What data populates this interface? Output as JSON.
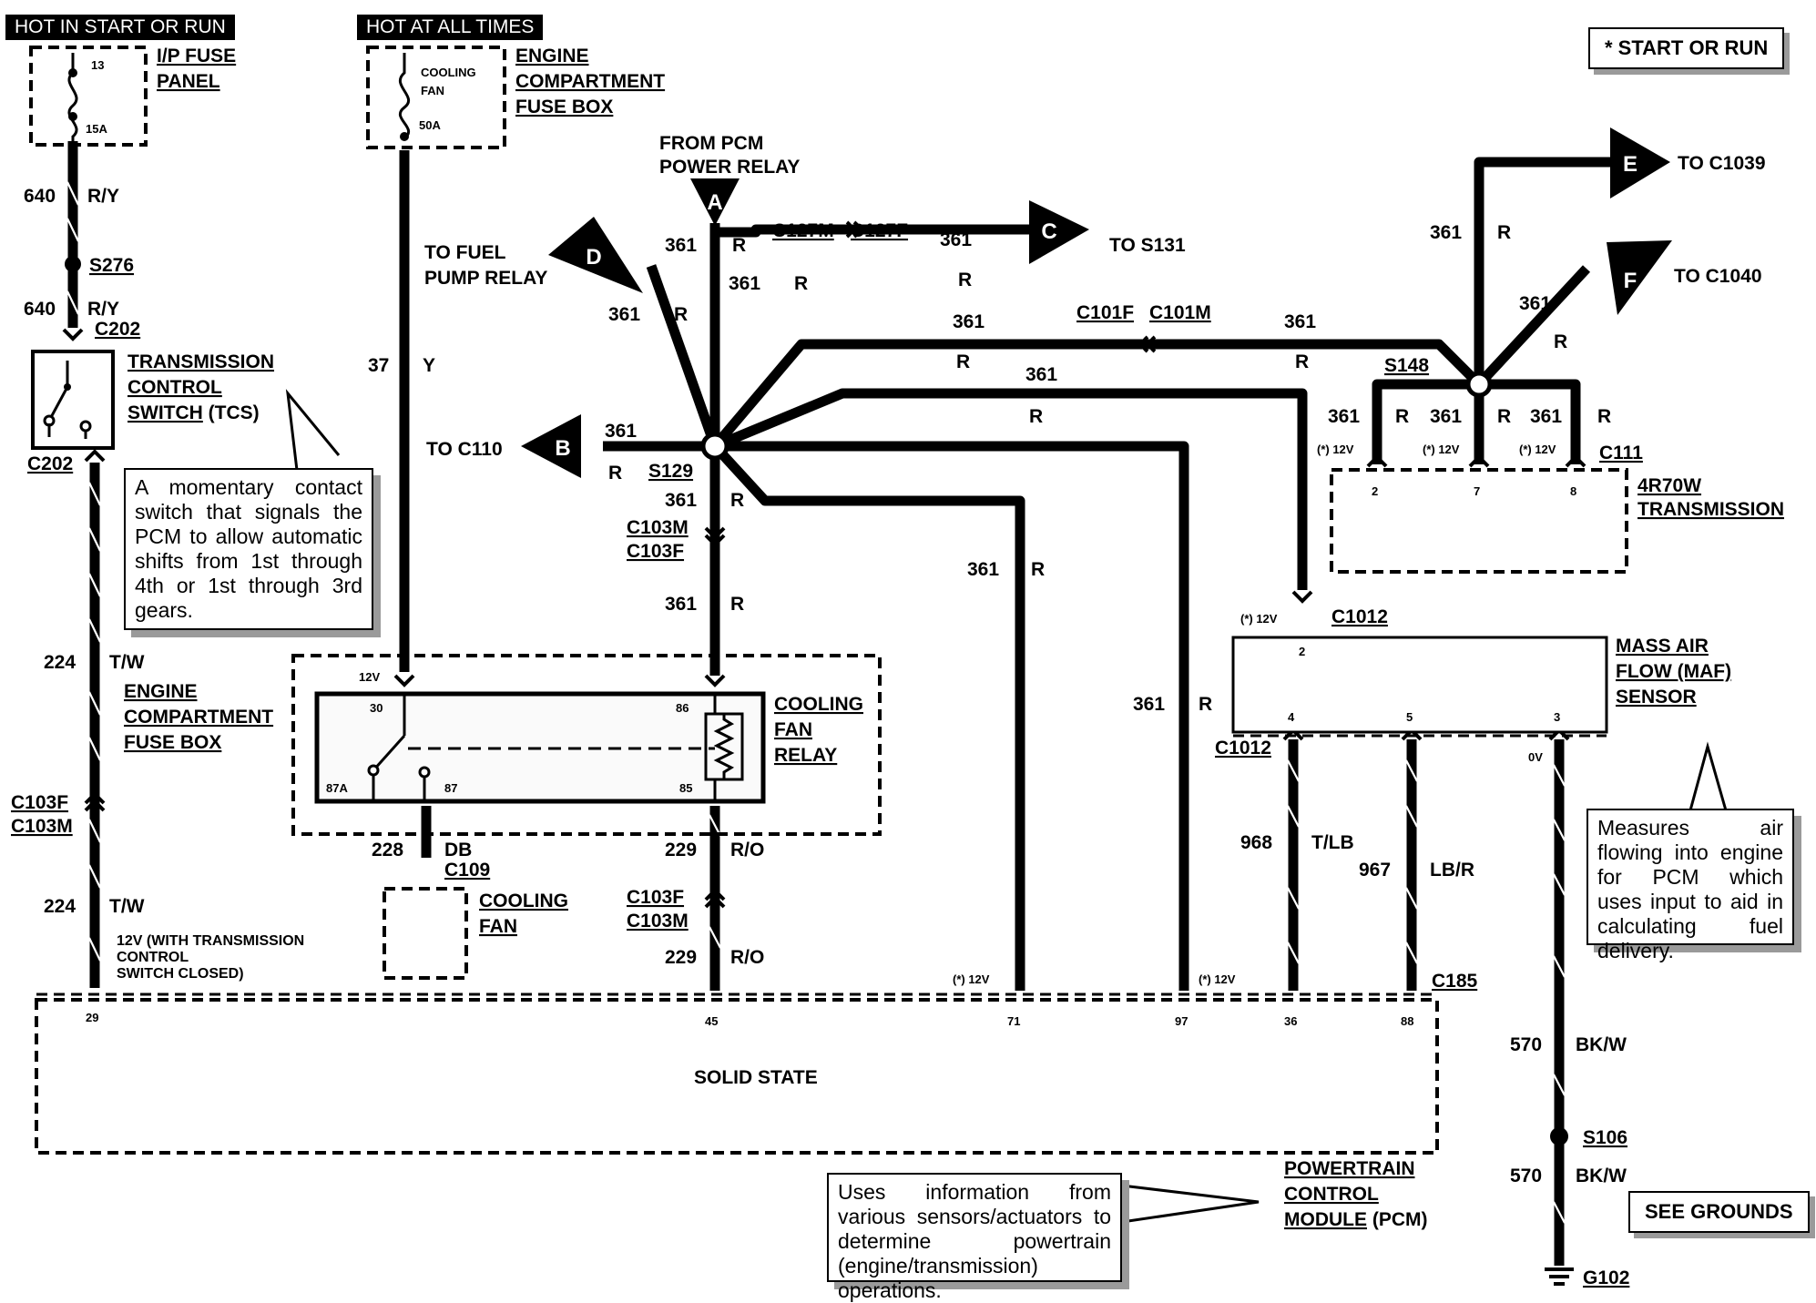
{
  "headers": {
    "hot_start_run": "HOT IN START OR RUN",
    "hot_all_times": "HOT AT ALL TIMES"
  },
  "legend": {
    "start_or_run": "* START OR RUN",
    "see_grounds": "SEE GROUNDS"
  },
  "fuses": {
    "ip_fuse_num": "13",
    "ip_fuse_amp": "15A",
    "ip_panel_line1": "I/P FUSE",
    "ip_panel_line2": "PANEL",
    "cooling_fuse_line1": "COOLING",
    "cooling_fuse_line2": "FAN",
    "cooling_fuse_amp": "50A",
    "eng_box_line1": "ENGINE",
    "eng_box_line2": "COMPARTMENT",
    "eng_box_line3": "FUSE BOX"
  },
  "connectors": {
    "s276": "S276",
    "c202": "C202",
    "c202b": "C202",
    "c103f_a": "C103F",
    "c103m_a": "C103M",
    "c103m_b": "C103M",
    "c103f_b": "C103F",
    "c103f_c": "C103F",
    "c103m_c": "C103M",
    "c127m": "C127M",
    "c127f": "C127F",
    "c101f": "C101F",
    "c101m": "C101M",
    "s129": "S129",
    "s148": "S148",
    "c111": "C111",
    "c1012_top": "C1012",
    "c1012_bottom": "C1012",
    "c109": "C109",
    "c185": "C185",
    "s106": "S106",
    "g102": "G102"
  },
  "wires": {
    "w640": "640",
    "ry": "R/Y",
    "w37": "37",
    "y": "Y",
    "w361": "361",
    "r": "R",
    "w224": "224",
    "tw": "T/W",
    "w228": "228",
    "db": "DB",
    "w229": "229",
    "ro": "R/O",
    "w968": "968",
    "tlb": "T/LB",
    "w967": "967",
    "lbr": "LB/R",
    "w570": "570",
    "bkw": "BK/W"
  },
  "offpage": {
    "a": "A",
    "b": "B",
    "c": "C",
    "d": "D",
    "e": "E",
    "f": "F",
    "from_pcm_line1": "FROM PCM",
    "from_pcm_line2": "POWER RELAY",
    "to_fuel_line1": "TO FUEL",
    "to_fuel_line2": "PUMP RELAY",
    "to_s131": "TO S131",
    "to_c110": "TO C110",
    "to_c1039": "TO C1039",
    "to_c1040": "TO C1040"
  },
  "components": {
    "tcs_line1": "TRANSMISSION",
    "tcs_line2": "CONTROL",
    "tcs_line3": "SWITCH",
    "tcs_abbr": "(TCS)",
    "relay_line1": "COOLING",
    "relay_line2": "FAN",
    "relay_line3": "RELAY",
    "fan_line1": "COOLING",
    "fan_line2": "FAN",
    "trans_line1": "4R70W",
    "trans_line2": "TRANSMISSION",
    "maf_line1": "MASS AIR",
    "maf_line2": "FLOW (MAF)",
    "maf_line3": "SENSOR",
    "pcm_line1": "POWERTRAIN",
    "pcm_line2": "CONTROL",
    "pcm_line3": "MODULE",
    "pcm_abbr": "(PCM)",
    "solid_state": "SOLID STATE"
  },
  "pins": {
    "p30": "30",
    "p86": "86",
    "p87a": "87A",
    "p87": "87",
    "p85": "85",
    "t2": "2",
    "t7": "7",
    "t8": "8",
    "m2": "2",
    "m4": "4",
    "m5": "5",
    "m3": "3",
    "pcm29": "29",
    "pcm45": "45",
    "pcm71": "71",
    "pcm97": "97",
    "pcm36": "36",
    "pcm88": "88"
  },
  "voltages": {
    "v12": "12V",
    "star12": "(*) 12V",
    "v0": "0V",
    "tcs_closed_line1": "12V (WITH TRANSMISSION",
    "tcs_closed_line2": "CONTROL",
    "tcs_closed_line3": "SWITCH CLOSED)"
  },
  "notes": {
    "tcs": "A momentary contact switch that signals the PCM to allow automatic shifts from 1st through 4th or 1st through 3rd gears.",
    "maf": "Measures air flowing into engine for PCM which uses input to aid in calculating fuel delivery.",
    "pcm": "Uses information from various sensors/actuators to determine powertrain (engine/transmission) operations."
  }
}
